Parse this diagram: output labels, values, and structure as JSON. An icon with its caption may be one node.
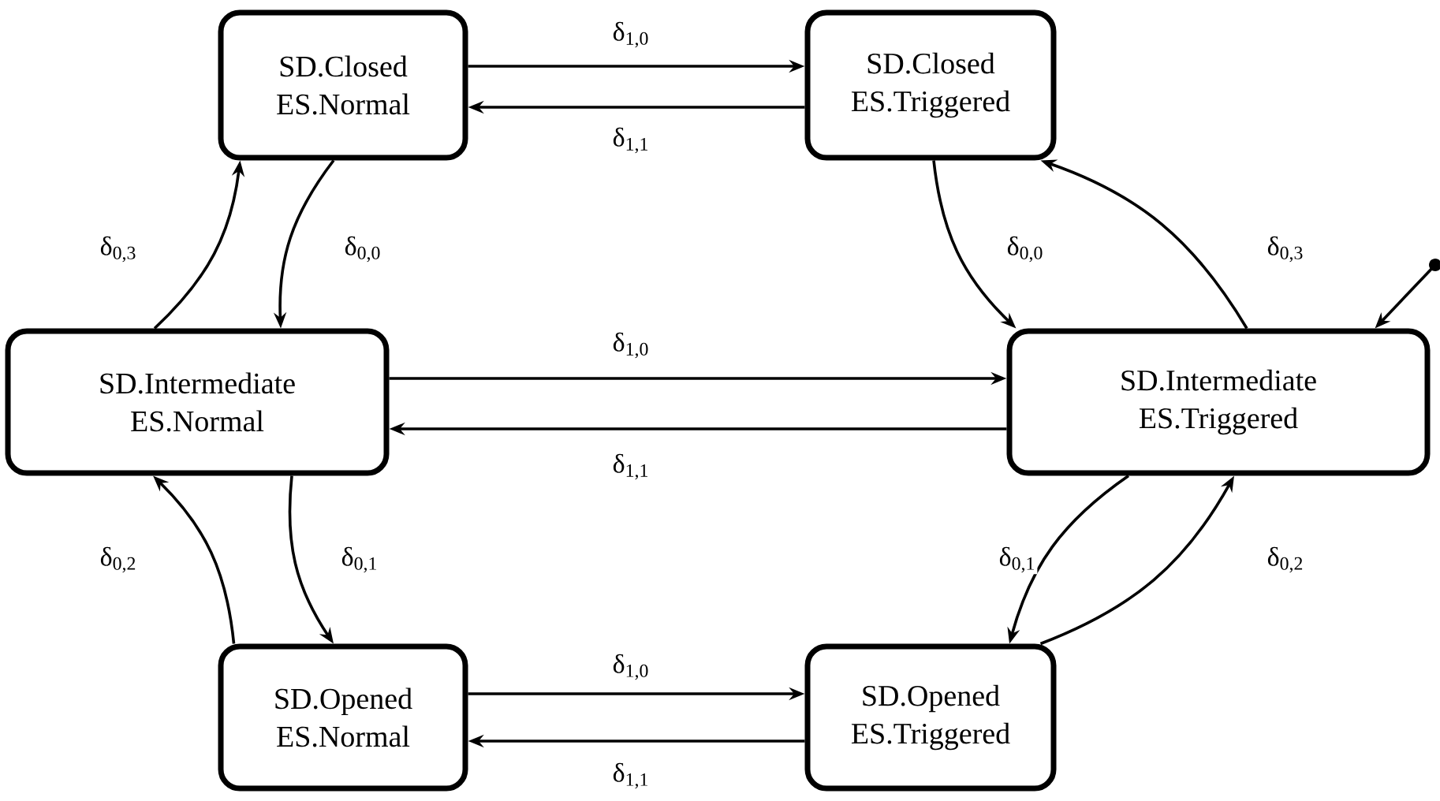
{
  "diagram": {
    "nodes": [
      {
        "text": [
          "SD.Closed",
          "ES.Normal"
        ]
      },
      {
        "text": [
          "SD.Closed",
          "ES.Triggered"
        ]
      },
      {
        "text": [
          "SD.Intermediate",
          "ES.Normal"
        ]
      },
      {
        "text": [
          "SD.Intermediate",
          "ES.Triggered"
        ]
      },
      {
        "text": [
          "SD.Opened",
          "ES.Normal"
        ]
      },
      {
        "text": [
          "SD.Opened",
          "ES.Triggered"
        ]
      },
      {
        "text": [],
        "shape": "circle"
      }
    ],
    "edges": [
      {
        "from": 0,
        "to": 1,
        "arrow": "to",
        "label": "δ$_{1,0}$"
      },
      {
        "from": 1,
        "to": 0,
        "arrow": "to",
        "label": "δ$_{1,1}$"
      },
      {
        "from": 0,
        "to": 2,
        "arrow": "to",
        "label": "δ$_{0,0}$"
      },
      {
        "from": 2,
        "to": 0,
        "arrow": "to",
        "label": "δ$_{0,3}$"
      },
      {
        "from": 1,
        "to": 3,
        "arrow": "to",
        "label": "δ$_{0,0}$"
      },
      {
        "from": 3,
        "to": 1,
        "arrow": "to",
        "label": "δ$_{0,3}$"
      },
      {
        "from": 2,
        "to": 3,
        "arrow": "to",
        "label": "δ$_{1,0}$"
      },
      {
        "from": 3,
        "to": 2,
        "arrow": "to",
        "label": "δ$_{1,1}$"
      },
      {
        "from": 2,
        "to": 4,
        "arrow": "to",
        "label": "δ$_{0,1}$"
      },
      {
        "from": 4,
        "to": 2,
        "arrow": "to",
        "label": "δ$_{0,2}$"
      },
      {
        "from": 3,
        "to": 5,
        "arrow": "to",
        "label": "δ$_{0,1}$"
      },
      {
        "from": 5,
        "to": 3,
        "arrow": "to",
        "label": "δ$_{0,2}$"
      },
      {
        "from": 4,
        "to": 5,
        "arrow": "to",
        "label": "δ$_{1,0}$"
      },
      {
        "from": 5,
        "to": 4,
        "arrow": "to",
        "label": "δ$_{1,1}$"
      },
      {
        "from": 6,
        "to": 3,
        "arrow": "to"
      }
    ]
  }
}
